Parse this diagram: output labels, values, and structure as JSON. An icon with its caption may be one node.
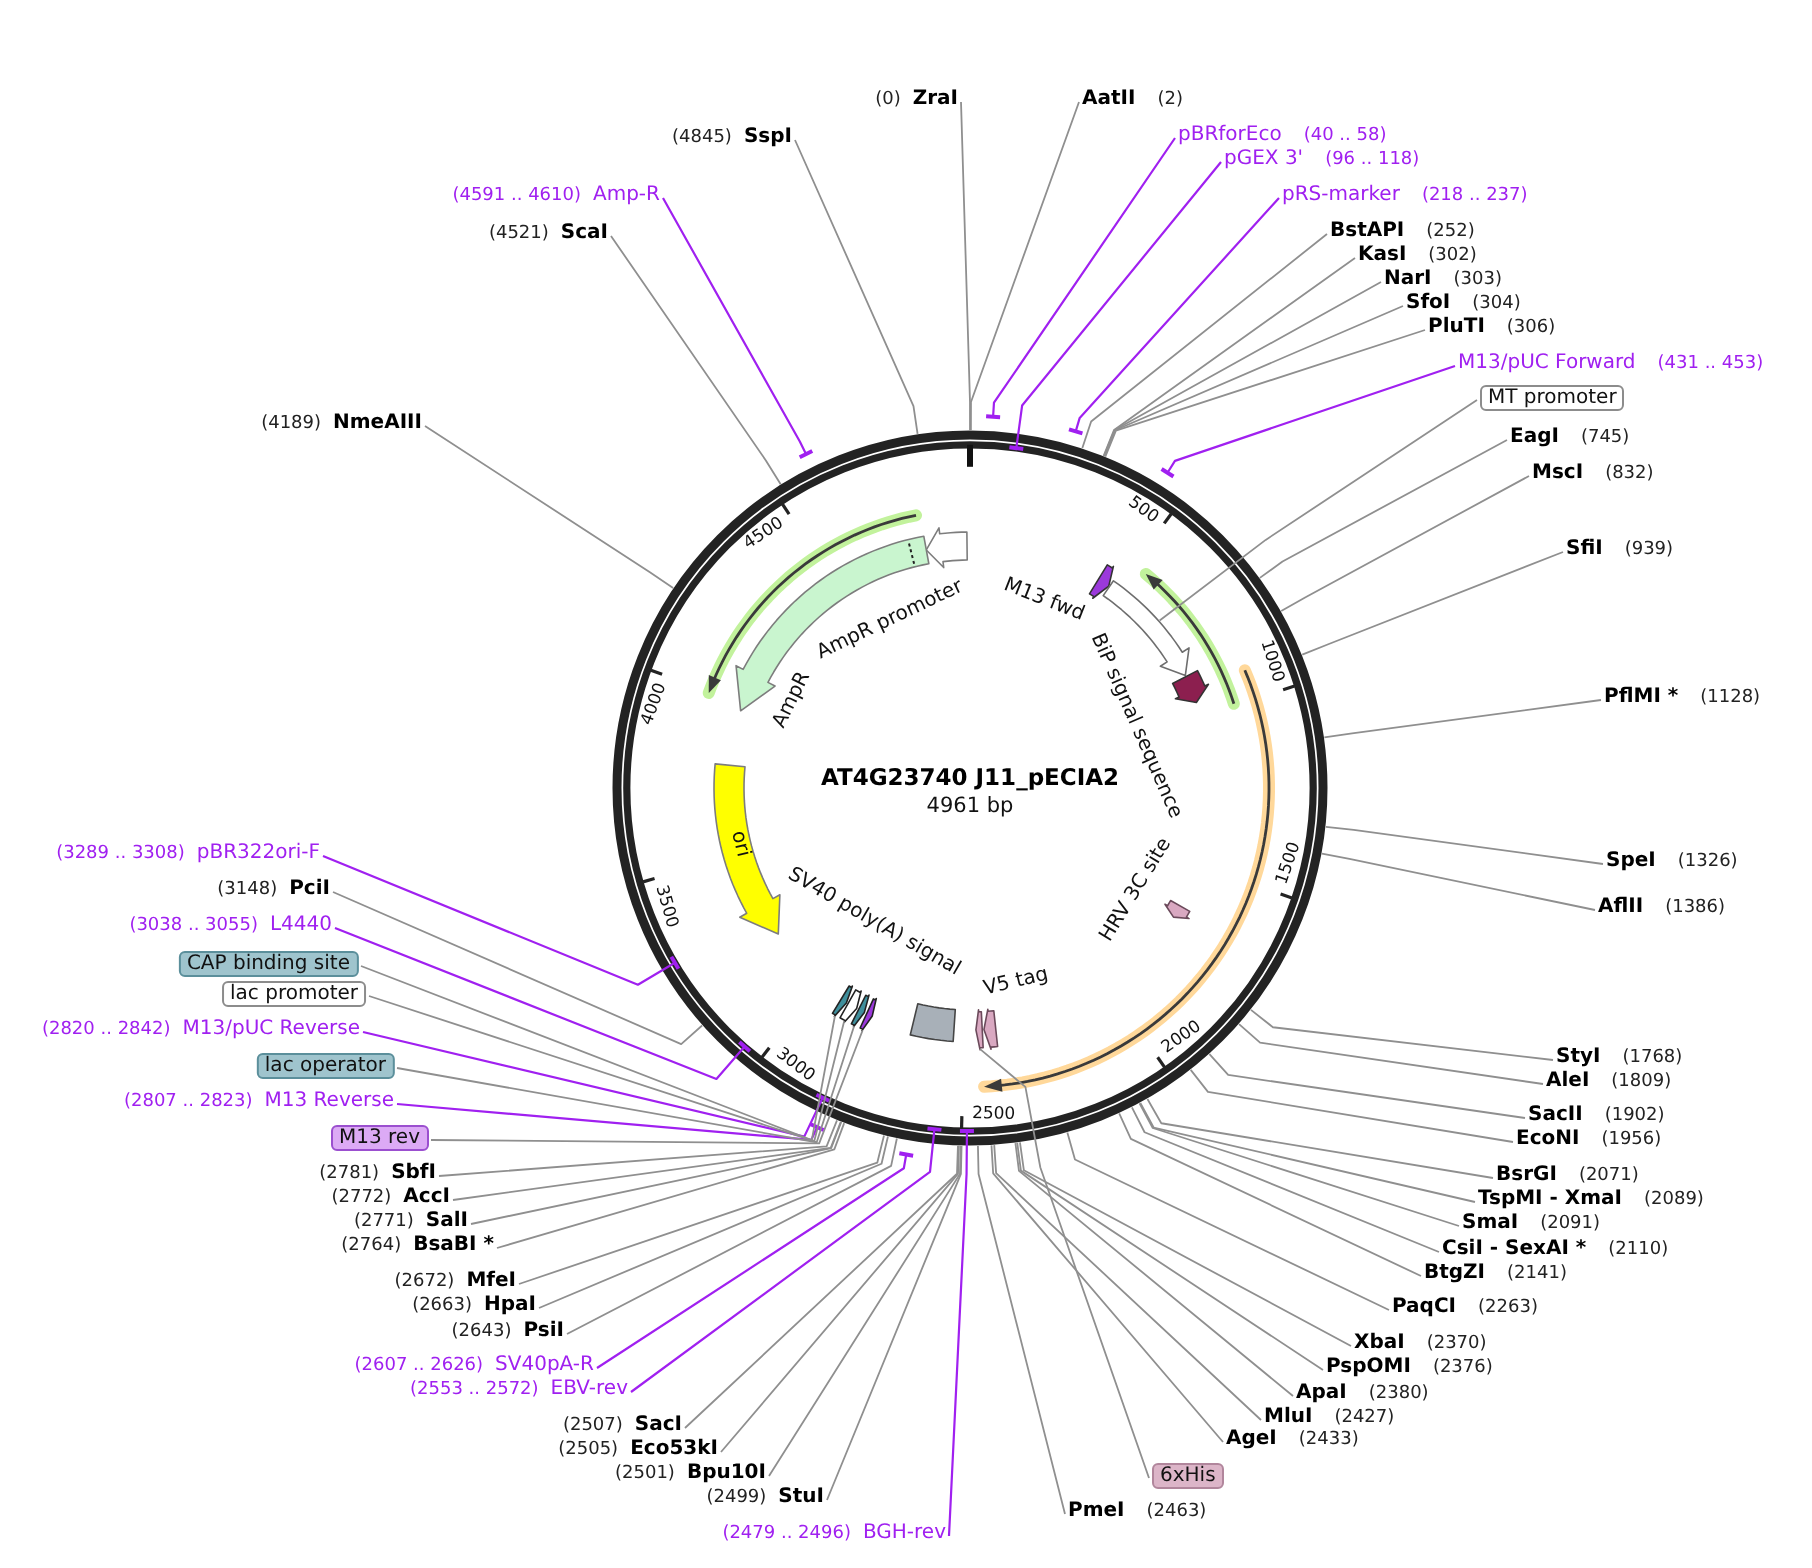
{
  "diagram": {
    "nodes": [
      {
        "text": [
          "AT4G23740 J11_pECIA2",
          "4961 bp"
        ]
      },
      {
        "text": [
          "AmpR promoter"
        ],
        "in": 0
      },
      {
        "text": [
          "AmpR"
        ],
        "in": 0
      },
      {
        "text": [
          "M13 fwd"
        ],
        "in": 0
      },
      {
        "text": [],
        "shape": "arrow",
        "in": 0
      },
      {
        "text": [
          "BiP signal sequence"
        ],
        "in": 0
      },
      {
        "text": [
          "ori"
        ],
        "in": 0
      },
      {
        "text": [
          "HRV 3C site"
        ],
        "in": 0
      },
      {
        "text": [
          "SV40 poly(A) signal"
        ],
        "in": 0
      },
      {
        "text": [],
        "shape": "arrow",
        "in": 0
      },
      {
        "text": [],
        "shape": "arrow",
        "in": 0
      },
      {
        "text": [],
        "shape": "arrow",
        "in": 0
      },
      {
        "text": [],
        "shape": "arrow",
        "in": 0
      },
      {
        "text": [
          "V5 tag"
        ],
        "in": 0
      },
      {
        "text": [],
        "shape": "arrow",
        "in": 0
      },
      {
        "text": [
          "ZraI"
        ],
        "beside": [
          "(0)"
        ]
      },
      {
        "text": [
          "AatII"
        ],
        "beside": [
          "(2)"
        ]
      },
      {
        "text": [
          "pBRforEco"
        ],
        "beside": [
          "(40 .. 58)"
        ]
      },
      {
        "text": [
          "pGEX 3'"
        ],
        "beside": [
          "(96 .. 118)"
        ]
      },
      {
        "text": [
          "pRS-marker"
        ],
        "beside": [
          "(218 .. 237)"
        ]
      },
      {
        "text": [
          "BstAPI"
        ],
        "beside": [
          "(252)"
        ]
      },
      {
        "text": [
          "KasI"
        ],
        "beside": [
          "(302)"
        ]
      },
      {
        "text": [
          "NarI"
        ],
        "beside": [
          "(303)"
        ]
      },
      {
        "text": [
          "SfoI"
        ],
        "beside": [
          "(304)"
        ]
      },
      {
        "text": [
          "PluTI"
        ],
        "beside": [
          "(306)"
        ]
      },
      {
        "text": [
          "M13/pUC Forward"
        ],
        "beside": [
          "(431 .. 453)"
        ]
      },
      {
        "text": [
          "MT promoter"
        ]
      },
      {
        "text": [
          "EagI"
        ],
        "beside": [
          "(745)"
        ]
      },
      {
        "text": [
          "MscI"
        ],
        "beside": [
          "(832)"
        ]
      },
      {
        "text": [
          "SfiI"
        ],
        "beside": [
          "(939)"
        ]
      },
      {
        "text": [
          "PflMI *"
        ],
        "beside": [
          "(1128)"
        ]
      },
      {
        "text": [
          "SpeI"
        ],
        "beside": [
          "(1326)"
        ]
      },
      {
        "text": [
          "AflII"
        ],
        "beside": [
          "(1386)"
        ]
      },
      {
        "text": [
          "StyI"
        ],
        "beside": [
          "(1768)"
        ]
      },
      {
        "text": [
          "AleI"
        ],
        "beside": [
          "(1809)"
        ]
      },
      {
        "text": [
          "SacII"
        ],
        "beside": [
          "(1902)"
        ]
      },
      {
        "text": [
          "EcoNI"
        ],
        "beside": [
          "(1956)"
        ]
      },
      {
        "text": [
          "BsrGI"
        ],
        "beside": [
          "(2071)"
        ]
      },
      {
        "text": [
          "TspMI - XmaI"
        ],
        "beside": [
          "(2089)"
        ]
      },
      {
        "text": [
          "SmaI"
        ],
        "beside": [
          "(2091)"
        ]
      },
      {
        "text": [
          "CsiI - SexAI *"
        ],
        "beside": [
          "(2110)"
        ]
      },
      {
        "text": [
          "BtgZI"
        ],
        "beside": [
          "(2141)"
        ]
      },
      {
        "text": [
          "PaqCI"
        ],
        "beside": [
          "(2263)"
        ]
      },
      {
        "text": [
          "XbaI"
        ],
        "beside": [
          "(2370)"
        ]
      },
      {
        "text": [
          "PspOMI"
        ],
        "beside": [
          "(2376)"
        ]
      },
      {
        "text": [
          "ApaI"
        ],
        "beside": [
          "(2380)"
        ]
      },
      {
        "text": [
          "MluI"
        ],
        "beside": [
          "(2427)"
        ]
      },
      {
        "text": [
          "AgeI"
        ],
        "beside": [
          "(2433)"
        ]
      },
      {
        "text": [
          "6xHis"
        ]
      },
      {
        "text": [
          "PmeI"
        ],
        "beside": [
          "(2463)"
        ]
      },
      {
        "text": [
          "BGH-rev"
        ],
        "beside": [
          "(2479 .. 2496)"
        ]
      },
      {
        "text": [
          "StuI"
        ],
        "beside": [
          "(2499)"
        ]
      },
      {
        "text": [
          "Bpu10I"
        ],
        "beside": [
          "(2501)"
        ]
      },
      {
        "text": [
          "Eco53kI"
        ],
        "beside": [
          "(2505)"
        ]
      },
      {
        "text": [
          "SacI"
        ],
        "beside": [
          "(2507)"
        ]
      },
      {
        "text": [
          "EBV-rev"
        ],
        "beside": [
          "(2553 .. 2572)"
        ]
      },
      {
        "text": [
          "SV40pA-R"
        ],
        "beside": [
          "(2607 .. 2626)"
        ]
      },
      {
        "text": [
          "PsiI"
        ],
        "beside": [
          "(2643)"
        ]
      },
      {
        "text": [
          "HpaI"
        ],
        "beside": [
          "(2663)"
        ]
      },
      {
        "text": [
          "MfeI"
        ],
        "beside": [
          "(2672)"
        ]
      },
      {
        "text": [
          "BsaBI *"
        ],
        "beside": [
          "(2764)"
        ]
      },
      {
        "text": [
          "SalI"
        ],
        "beside": [
          "(2771)"
        ]
      },
      {
        "text": [
          "AccI"
        ],
        "beside": [
          "(2772)"
        ]
      },
      {
        "text": [
          "SbfI"
        ],
        "beside": [
          "(2781)"
        ]
      },
      {
        "text": [
          "M13 rev"
        ]
      },
      {
        "text": [
          "M13 Reverse"
        ],
        "beside": [
          "(2807 .. 2823)"
        ]
      },
      {
        "text": [
          "lac operator"
        ]
      },
      {
        "text": [
          "M13/pUC Reverse"
        ],
        "beside": [
          "(2820 .. 2842)"
        ]
      },
      {
        "text": [
          "lac promoter"
        ]
      },
      {
        "text": [
          "CAP binding site"
        ]
      },
      {
        "text": [
          "L4440"
        ],
        "beside": [
          "(3038 .. 3055)"
        ]
      },
      {
        "text": [
          "PciI"
        ],
        "beside": [
          "(3148)"
        ]
      },
      {
        "text": [
          "pBR322ori-F"
        ],
        "beside": [
          "(3289 .. 3308)"
        ]
      },
      {
        "text": [
          "NmeAIII"
        ],
        "beside": [
          "(4189)"
        ]
      },
      {
        "text": [
          "ScaI"
        ],
        "beside": [
          "(4521)"
        ]
      },
      {
        "text": [
          "Amp-R"
        ],
        "beside": [
          "(4591 .. 4610)"
        ]
      },
      {
        "text": [
          "SspI"
        ],
        "beside": [
          "(4845)"
        ]
      }
    ],
    "edges": [
      {
        "from": 15,
        "to": 0,
        "arrow": "none"
      },
      {
        "from": 16,
        "to": 0,
        "arrow": "none"
      },
      {
        "from": 17,
        "to": 0,
        "arrow": "other",
        "color": "#a020f0"
      },
      {
        "from": 18,
        "to": 0,
        "arrow": "other",
        "color": "#a020f0"
      },
      {
        "from": 19,
        "to": 0,
        "arrow": "other",
        "color": "#a020f0"
      },
      {
        "from": 20,
        "to": 0,
        "arrow": "none"
      },
      {
        "from": 21,
        "to": 0,
        "arrow": "none"
      },
      {
        "from": 22,
        "to": 0,
        "arrow": "none"
      },
      {
        "from": 23,
        "to": 0,
        "arrow": "none"
      },
      {
        "from": 24,
        "to": 0,
        "arrow": "none"
      },
      {
        "from": 25,
        "to": 0,
        "arrow": "other",
        "color": "#a020f0"
      },
      {
        "from": 26,
        "to": 4,
        "arrow": "none"
      },
      {
        "from": 27,
        "to": 0,
        "arrow": "none"
      },
      {
        "from": 28,
        "to": 0,
        "arrow": "none"
      },
      {
        "from": 29,
        "to": 0,
        "arrow": "none"
      },
      {
        "from": 30,
        "to": 0,
        "arrow": "none"
      },
      {
        "from": 31,
        "to": 0,
        "arrow": "none"
      },
      {
        "from": 32,
        "to": 0,
        "arrow": "none"
      },
      {
        "from": 33,
        "to": 0,
        "arrow": "none"
      },
      {
        "from": 34,
        "to": 0,
        "arrow": "none"
      },
      {
        "from": 35,
        "to": 0,
        "arrow": "none"
      },
      {
        "from": 36,
        "to": 0,
        "arrow": "none"
      },
      {
        "from": 37,
        "to": 0,
        "arrow": "none"
      },
      {
        "from": 38,
        "to": 0,
        "arrow": "none"
      },
      {
        "from": 39,
        "to": 0,
        "arrow": "none"
      },
      {
        "from": 40,
        "to": 0,
        "arrow": "none"
      },
      {
        "from": 41,
        "to": 0,
        "arrow": "none"
      },
      {
        "from": 42,
        "to": 0,
        "arrow": "none"
      },
      {
        "from": 43,
        "to": 0,
        "arrow": "none"
      },
      {
        "from": 44,
        "to": 0,
        "arrow": "none"
      },
      {
        "from": 45,
        "to": 0,
        "arrow": "none"
      },
      {
        "from": 46,
        "to": 0,
        "arrow": "none"
      },
      {
        "from": 47,
        "to": 0,
        "arrow": "none"
      },
      {
        "from": 48,
        "to": 14,
        "arrow": "none"
      },
      {
        "from": 49,
        "to": 0,
        "arrow": "none"
      },
      {
        "from": 50,
        "to": 0,
        "arrow": "other",
        "color": "#a020f0"
      },
      {
        "from": 51,
        "to": 0,
        "arrow": "none"
      },
      {
        "from": 52,
        "to": 0,
        "arrow": "none"
      },
      {
        "from": 53,
        "to": 0,
        "arrow": "none"
      },
      {
        "from": 54,
        "to": 0,
        "arrow": "none"
      },
      {
        "from": 55,
        "to": 0,
        "arrow": "other",
        "color": "#a020f0"
      },
      {
        "from": 56,
        "to": 0,
        "arrow": "other",
        "color": "#a020f0"
      },
      {
        "from": 57,
        "to": 0,
        "arrow": "none"
      },
      {
        "from": 58,
        "to": 0,
        "arrow": "none"
      },
      {
        "from": 59,
        "to": 0,
        "arrow": "none"
      },
      {
        "from": 60,
        "to": 0,
        "arrow": "none"
      },
      {
        "from": 61,
        "to": 0,
        "arrow": "none"
      },
      {
        "from": 62,
        "to": 0,
        "arrow": "none"
      },
      {
        "from": 63,
        "to": 0,
        "arrow": "none"
      },
      {
        "from": 64,
        "to": 12,
        "arrow": "none"
      },
      {
        "from": 65,
        "to": 0,
        "arrow": "other",
        "color": "#a020f0"
      },
      {
        "from": 66,
        "to": 11,
        "arrow": "none"
      },
      {
        "from": 67,
        "to": 0,
        "arrow": "other",
        "color": "#a020f0"
      },
      {
        "from": 68,
        "to": 10,
        "arrow": "none"
      },
      {
        "from": 69,
        "to": 9,
        "arrow": "none"
      },
      {
        "from": 70,
        "to": 0,
        "arrow": "other",
        "color": "#a020f0"
      },
      {
        "from": 71,
        "to": 0,
        "arrow": "none"
      },
      {
        "from": 72,
        "to": 0,
        "arrow": "other",
        "color": "#a020f0"
      },
      {
        "from": 73,
        "to": 0,
        "arrow": "none"
      },
      {
        "from": 74,
        "to": 0,
        "arrow": "none"
      },
      {
        "from": 75,
        "to": 0,
        "arrow": "other",
        "color": "#a020f0"
      },
      {
        "from": 76,
        "to": 0,
        "arrow": "none"
      }
    ],
    "labels": [
      "500",
      "1000",
      "1500",
      "2000",
      "2500",
      "3000",
      "3500",
      "4000",
      "4500"
    ]
  }
}
